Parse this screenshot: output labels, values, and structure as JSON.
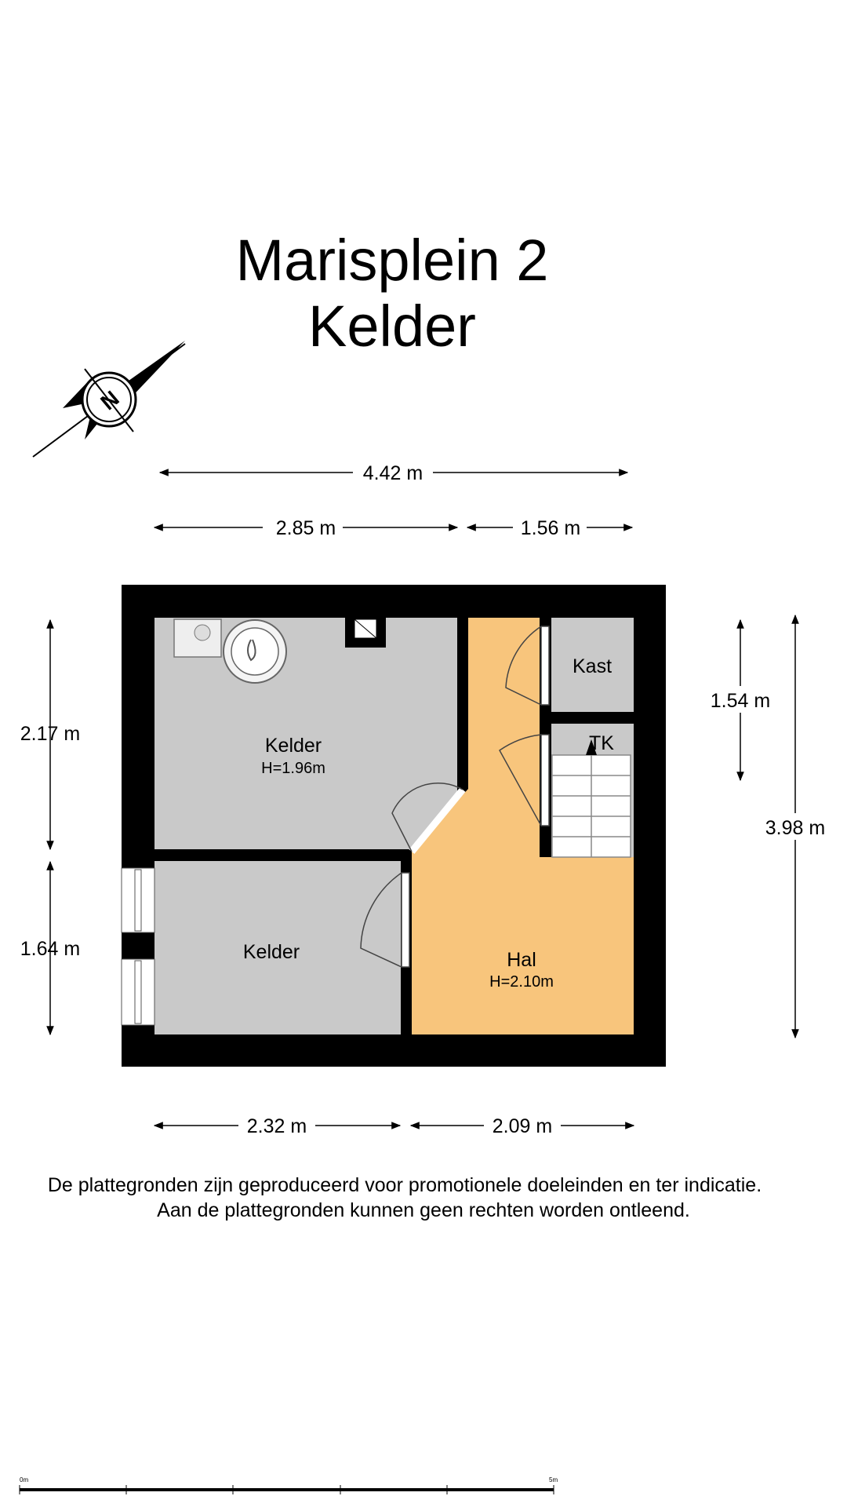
{
  "title": {
    "line1": "Marisplein 2",
    "line2": "Kelder"
  },
  "compass": {
    "letter": "N",
    "icon": "north-arrow-icon"
  },
  "dimensions": {
    "top_total": "4.42 m",
    "top_left": "2.85 m",
    "top_right": "1.56 m",
    "left_upper": "2.17 m",
    "left_lower": "1.64 m",
    "right_small": "1.54 m",
    "right_total": "3.98 m",
    "bottom_left": "2.32 m",
    "bottom_right": "2.09 m"
  },
  "rooms": {
    "kelder_upper": {
      "name": "Kelder",
      "height": "H=1.96m"
    },
    "kelder_lower": {
      "name": "Kelder"
    },
    "hal": {
      "name": "Hal",
      "height": "H=2.10m"
    },
    "kast": {
      "name": "Kast"
    },
    "tk": {
      "name": "TK"
    }
  },
  "colors": {
    "wall": "#000000",
    "room": "#c9c9c9",
    "hall": "#f8c57c"
  },
  "disclaimer": {
    "line1": "De plattegronden zijn geproduceerd voor promotionele doeleinden en ter indicatie.",
    "line2": "Aan de plattegronden kunnen geen rechten worden ontleend."
  },
  "scale_bar": {
    "start": "0m",
    "end": "5m"
  }
}
